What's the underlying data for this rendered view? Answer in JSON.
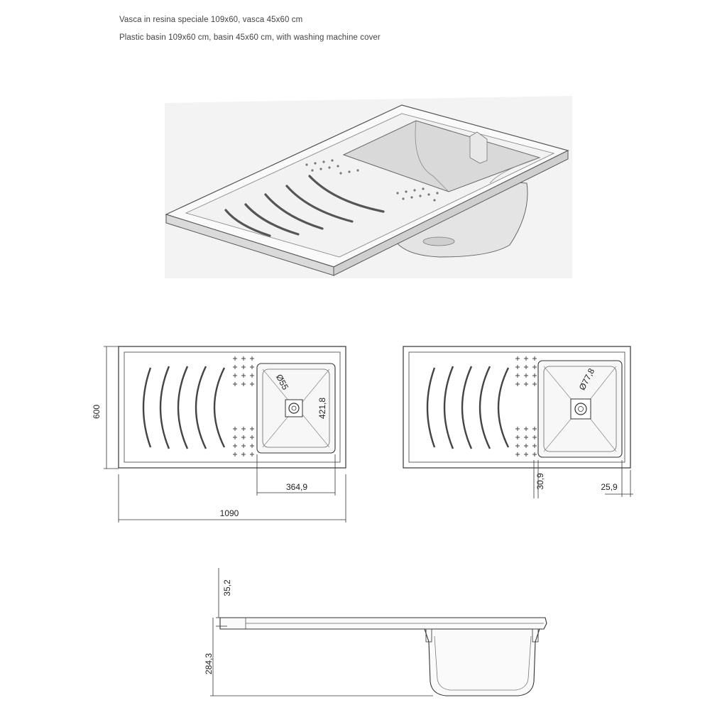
{
  "captions": {
    "italian": "Vasca in resina speciale 109x60, vasca 45x60 cm",
    "english": "Plastic basin 109x60 cm, basin 45x60 cm, with washing machine cover"
  },
  "dimensions": {
    "height_600": "600",
    "basin_width": "364,9",
    "basin_height": "421,8",
    "drain_small": "Ø55",
    "overall_width": "1090",
    "drain_large": "Ø77,8",
    "offset_30_9": "30,9",
    "offset_25_9": "25,9",
    "rim_height": "35,2",
    "basin_depth": "284,3"
  }
}
